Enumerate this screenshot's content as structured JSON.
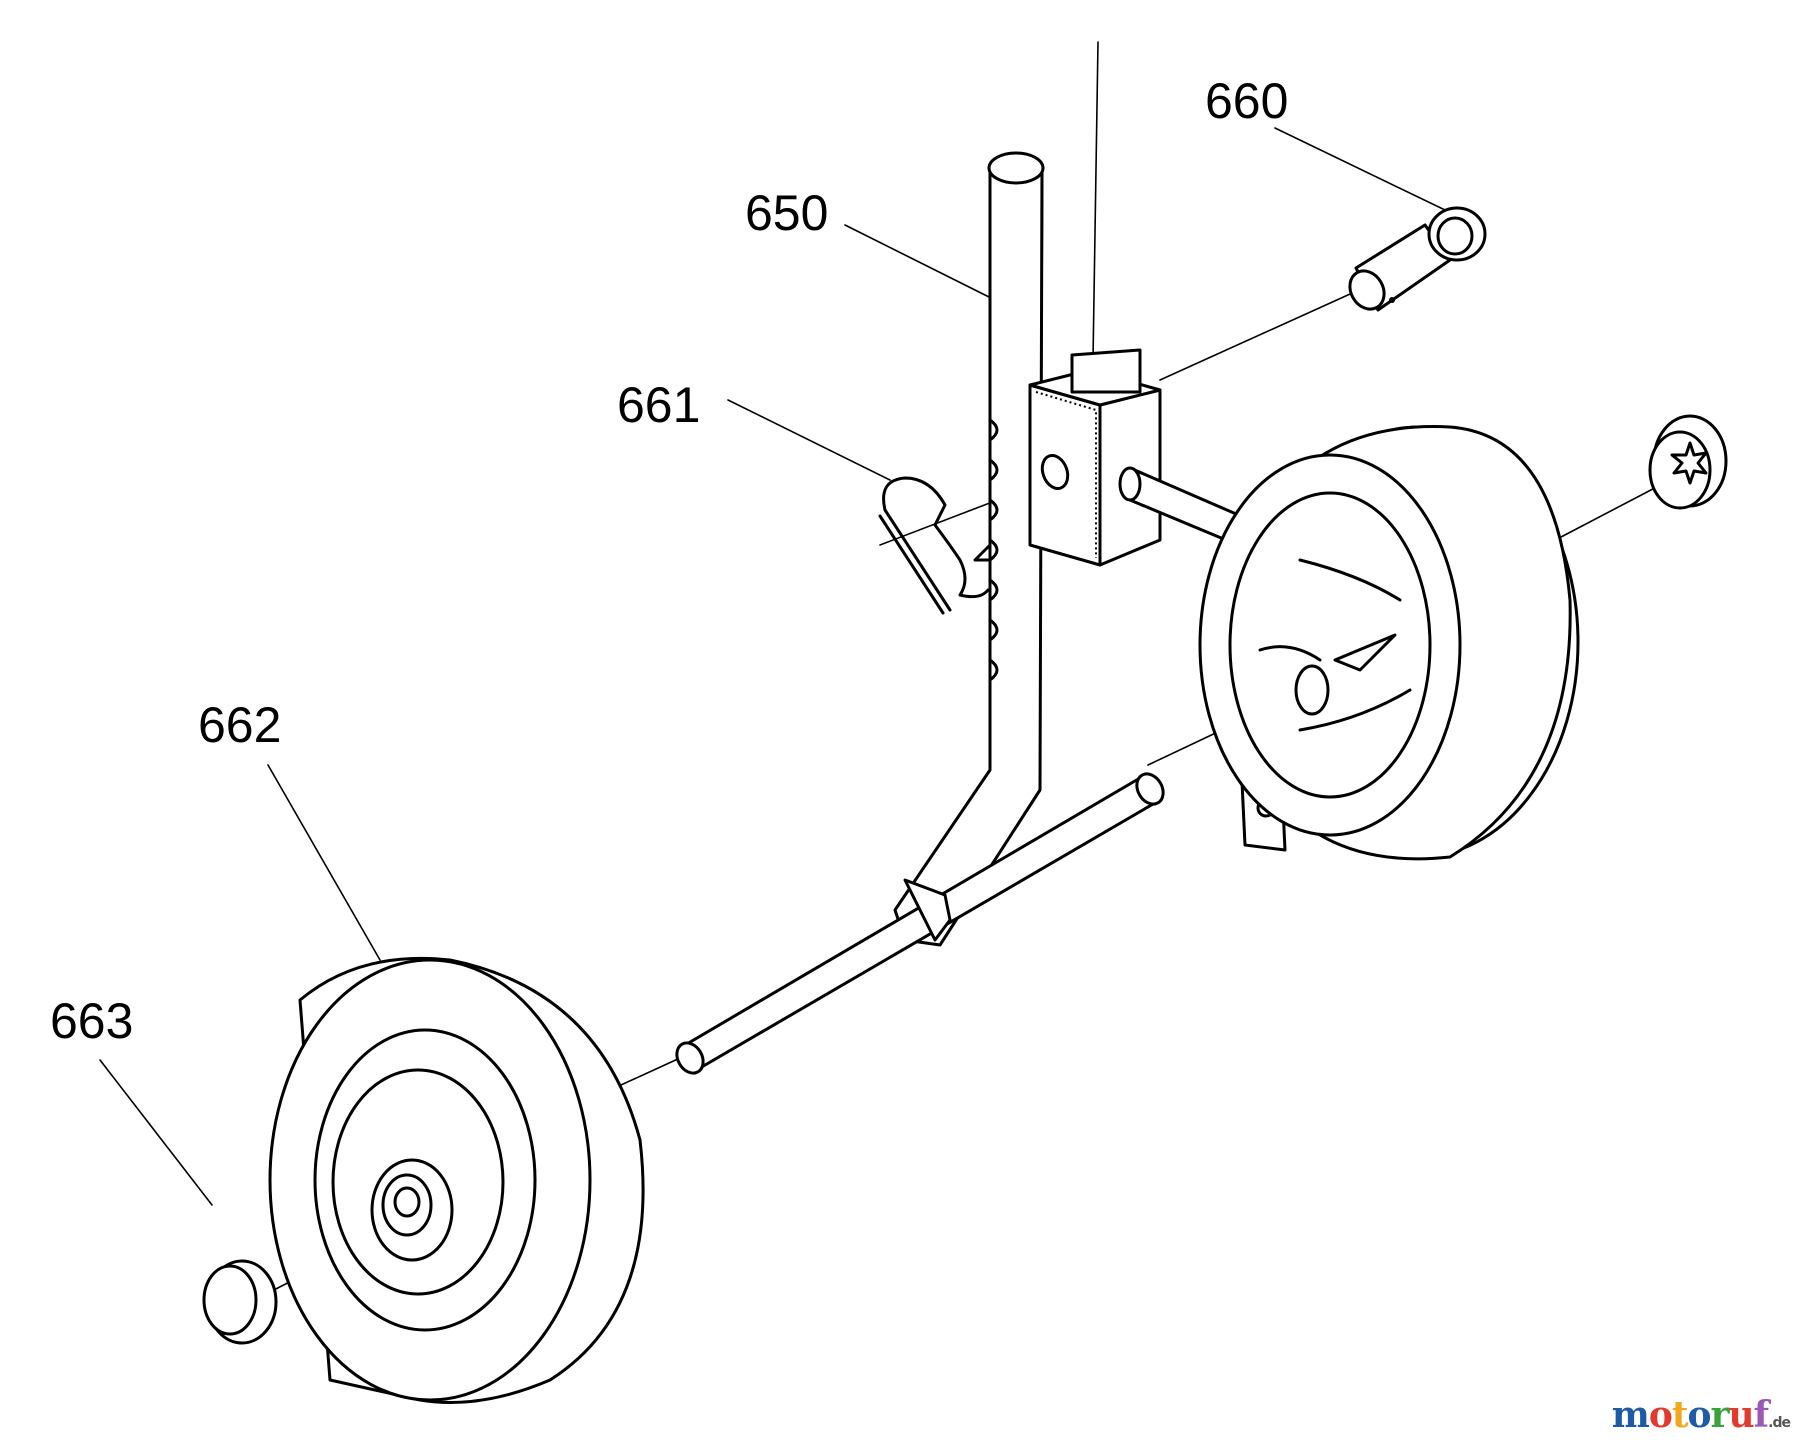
{
  "parts": [
    {
      "id": "part-660",
      "label": "660",
      "name": "clevis pin"
    },
    {
      "id": "part-650",
      "label": "650",
      "name": "wheel bracket tube"
    },
    {
      "id": "part-661",
      "label": "661",
      "name": "hair pin clip"
    },
    {
      "id": "part-662",
      "label": "662",
      "name": "wheel"
    },
    {
      "id": "part-663",
      "label": "663",
      "name": "hub cap"
    }
  ],
  "watermark": {
    "text": "motoruf",
    "tld": ".de",
    "colors": [
      "#1f5aa6",
      "#e23a2e",
      "#f2a81d",
      "#1f5aa6",
      "#3aa23a",
      "#e23a2e",
      "#9b59b6"
    ]
  }
}
